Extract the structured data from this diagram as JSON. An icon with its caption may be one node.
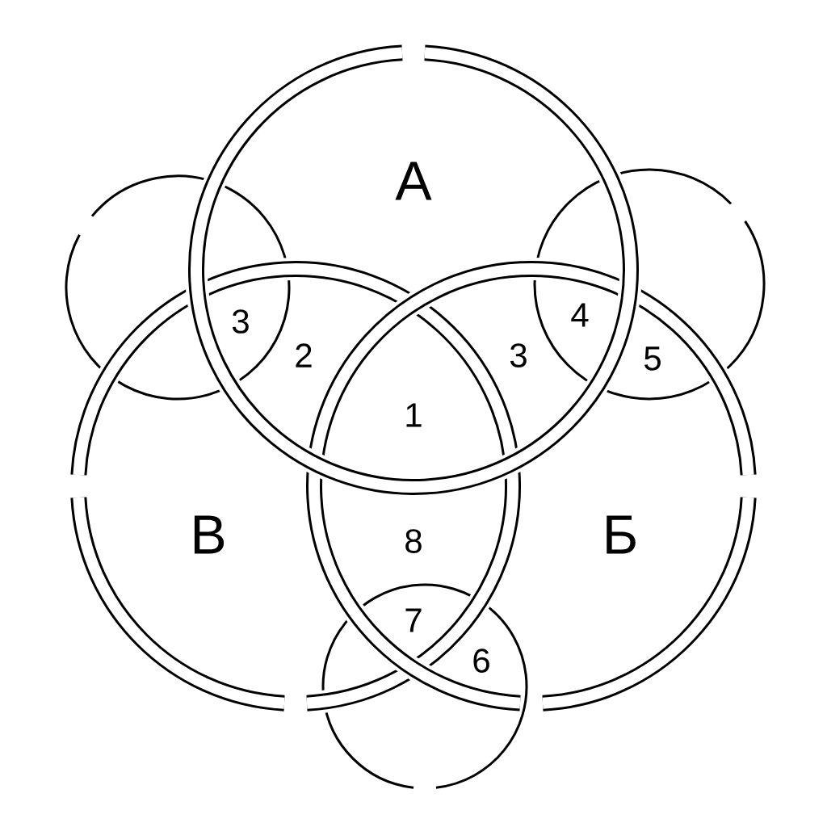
{
  "diagram": {
    "nodes": [
      {
        "text": [
          "А"
        ]
      },
      {
        "text": [],
        "shape": "circle"
      },
      {
        "text": [],
        "shape": "circle"
      },
      {
        "text": [
          "В"
        ]
      },
      {
        "text": [
          "Б"
        ]
      },
      {
        "text": [],
        "shape": "circle"
      }
    ],
    "labels": [
      "3",
      "2",
      "3",
      "4",
      "5",
      "1",
      "8",
      "7",
      "6"
    ]
  }
}
